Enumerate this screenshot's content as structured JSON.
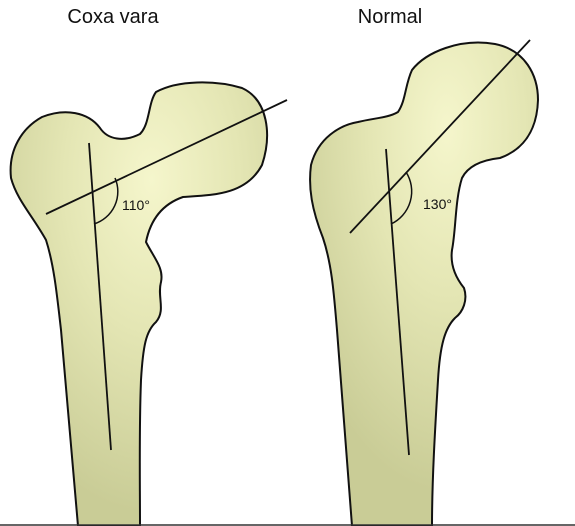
{
  "panels": {
    "left": {
      "title": "Coxa vara",
      "angle_label": "110°"
    },
    "right": {
      "title": "Normal",
      "angle_label": "130°"
    }
  },
  "colors": {
    "bone_fill": "#cfd29f",
    "bone_highlight": "#f3f4c8",
    "outline": "#111111",
    "background": "#ffffff"
  }
}
